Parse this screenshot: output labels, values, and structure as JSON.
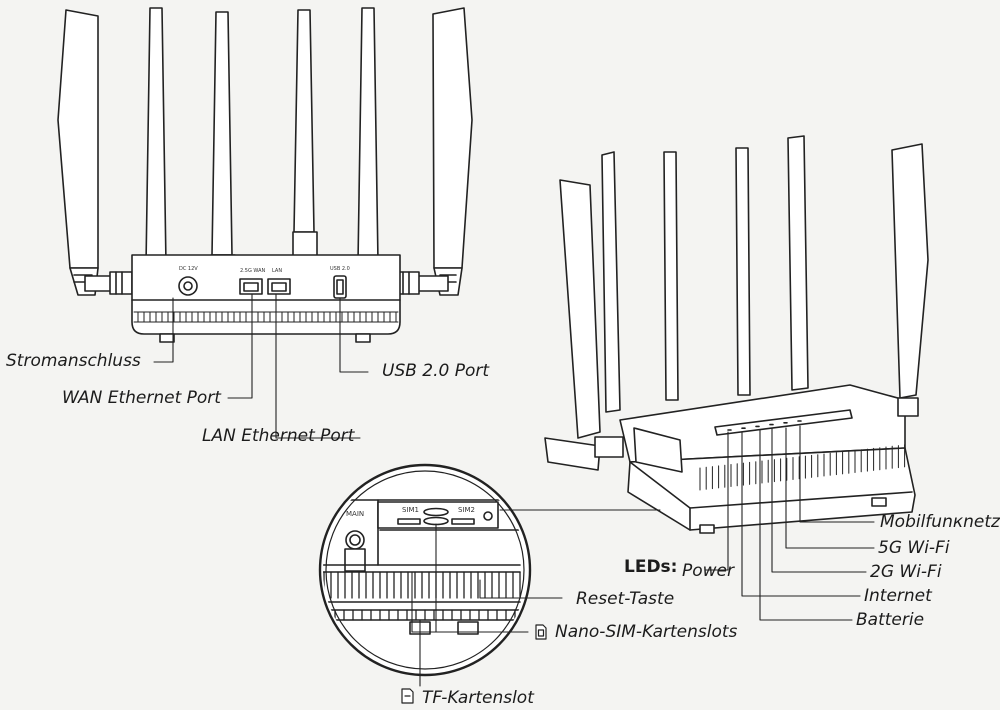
{
  "rear_panel_labels": {
    "dc": "DC 12V",
    "wan": "2.5G WAN",
    "lan": "LAN",
    "usb": "USB 2.0"
  },
  "zoom_panel_labels": {
    "main": "MAIN",
    "sim1": "SIM1",
    "sim2": "SIM2"
  },
  "callouts": {
    "power_in": "Stromanschluss",
    "wan_port": "WAN Ethernet Port",
    "lan_port": "LAN Ethernet Port",
    "usb_port": "USB 2.0 Port",
    "reset": "Reset-Taste",
    "sim_slots": "Nano-SIM-Kartenslots",
    "tf_slot": "TF-Kartenslot"
  },
  "leds": {
    "heading": "LEDs:",
    "power": "Power",
    "mobile": "Mobilfunкnetz",
    "wifi5": "5G Wi-Fi",
    "wifi2": "2G Wi-Fi",
    "internet": "Internet",
    "battery": "Batterie"
  },
  "icons": {
    "sim": "sim-card-icon",
    "tf": "sd-card-icon"
  }
}
